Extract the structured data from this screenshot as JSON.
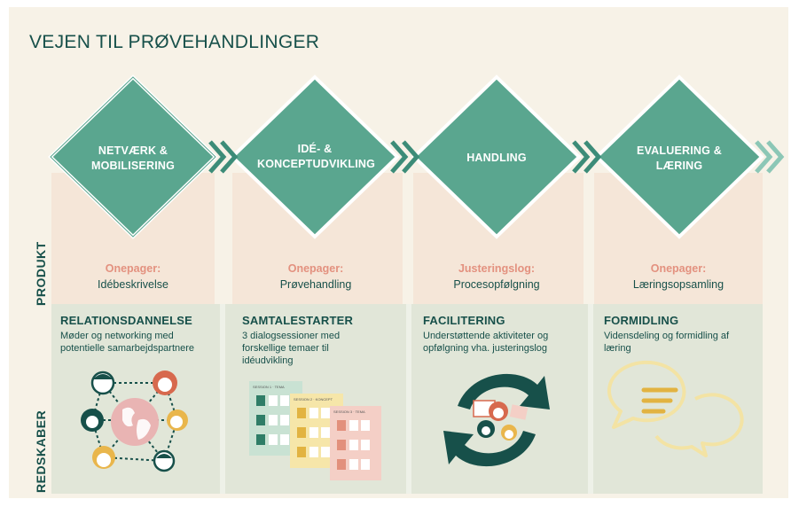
{
  "title": "VEJEN TIL PRØVEHANDLINGER",
  "side_labels": {
    "produkt": "PRODUKT",
    "redskaber": "REDSKABER"
  },
  "stages": [
    {
      "line1": "NETVÆRK &",
      "line2": "MOBILISERING",
      "product_kind": "Onepager:",
      "product_doc": "Idébeskrivelse",
      "tool_title": "RELATIONSDANNELSE",
      "tool_desc": "Møder og networking med potentielle samarbejdspartnere"
    },
    {
      "line1": "IDÉ- &",
      "line2": "KONCEPTUDVIKLING",
      "product_kind": "Onepager:",
      "product_doc": "Prøvehandling",
      "tool_title": "SAMTALESTARTER",
      "tool_desc": "3 dialogsessioner med forskellige temaer til idéudvikling"
    },
    {
      "line1": "HANDLING",
      "line2": "",
      "product_kind": "Justeringslog:",
      "product_doc": "Procesopfølgning",
      "tool_title": "FACILITERING",
      "tool_desc": "Understøttende aktiviteter og opfølgning vha. justeringslog"
    },
    {
      "line1": "EVALUERING &",
      "line2": "LÆRING",
      "product_kind": "Onepager:",
      "product_doc": "Læringsopsamling",
      "tool_title": "FORMIDLING",
      "tool_desc": "Vidensdeling og formidling af læring"
    }
  ],
  "colors": {
    "teal": "#5aa68f",
    "dark": "#17504a",
    "coral": "#e3917f",
    "peach": "#f5e6d8",
    "sage": "#e1e6d8"
  }
}
